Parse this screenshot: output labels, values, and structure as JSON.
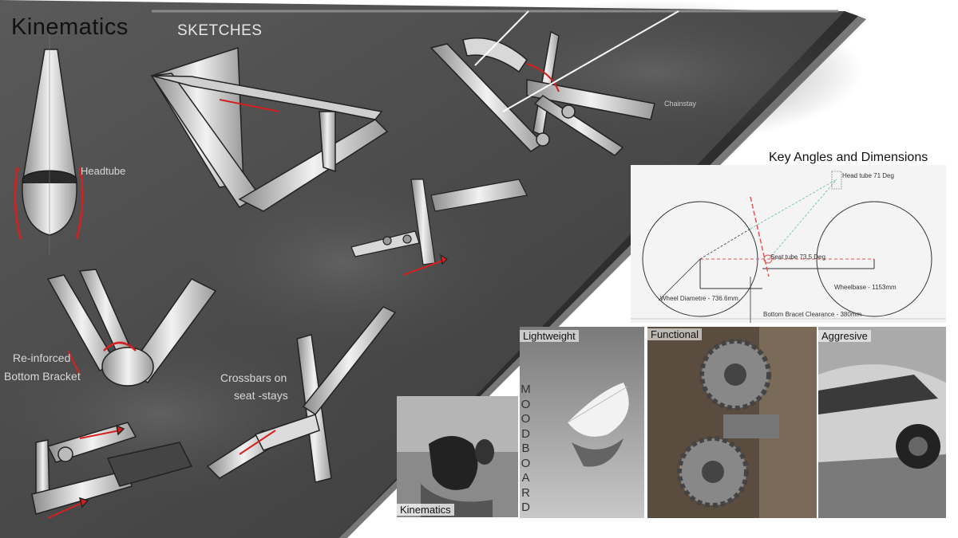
{
  "header": {
    "title": "Kinematics",
    "subtitle": "SKETCHES"
  },
  "sketch_labels": {
    "headtube": "Headtube",
    "chainstay": "Chainstay",
    "bottom_bracket_line1": "Re-inforced",
    "bottom_bracket_line2": "Bottom Bracket",
    "crossbars_line1": "Crossbars on",
    "crossbars_line2": "seat -stays"
  },
  "geometry": {
    "title": "Key Angles and Dimensions",
    "head_tube": "Head tube 71 Deg",
    "seat_tube": "Seat tube 73.5 Deg",
    "wheelbase": "Wheelbase - 1153mm",
    "wheel_diameter": "Wheel Diametre - 736.6mm",
    "bb_clearance": "Bottom Bracet Clearance - 380mm"
  },
  "moodboard": {
    "vertical_label": "MOODBOARD",
    "tiles": [
      {
        "label": "Kinematics",
        "icon": "dancer-photo"
      },
      {
        "label": "Lightweight",
        "icon": "feather-photo"
      },
      {
        "label": "Functional",
        "icon": "gears-photo"
      },
      {
        "label": "Aggresive",
        "icon": "car-photo"
      }
    ]
  },
  "colors": {
    "panel_dark": "#4a4a4a",
    "accent_red": "#d42020",
    "geometry_red": "#e05555",
    "geometry_green": "#7fc7b0"
  }
}
